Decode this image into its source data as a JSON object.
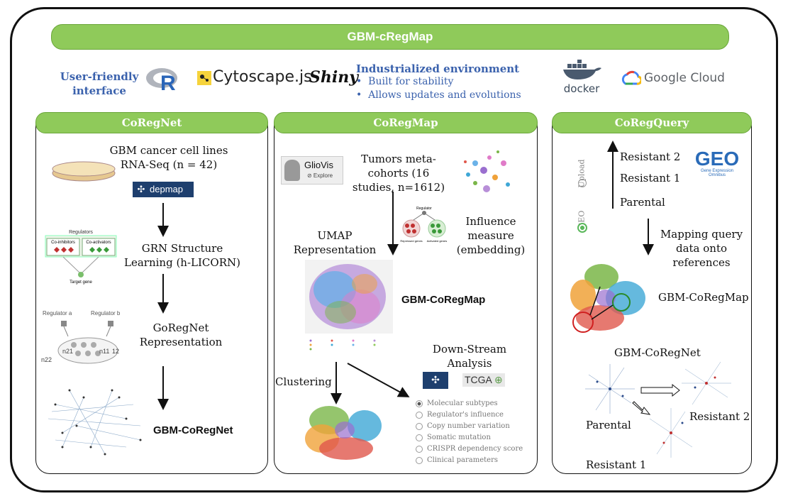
{
  "title": "GBM-cRegMap",
  "header": {
    "user_friendly": "User-friendly interface",
    "user_friendly_line1": "User-friendly",
    "user_friendly_line2": "interface",
    "r_logo": "R",
    "cytoscape": "Cytoscape.js",
    "shiny": "Shiny",
    "industrialized": "Industrialized environment",
    "bullets": [
      "Built for stability",
      "Allows updates and evolutions"
    ],
    "docker": "docker",
    "google_cloud": "Google Cloud"
  },
  "coregnet": {
    "title": "CoRegNet",
    "cell_lines": "GBM cancer cell lines RNA-Seq (n = 42)",
    "cell_lines_l1": "GBM cancer cell lines",
    "cell_lines_l2": "RNA-Seq (n = 42)",
    "depmap": "depmap",
    "grn": "GRN Structure Learning (h-LICORN)",
    "grn_l1": "GRN Structure",
    "grn_l2": "Learning (h-LICORN)",
    "regulators": "Regulators",
    "co_inhibitors": "Co-inhibitors",
    "co_activators": "Co-activators",
    "target_gene": "Target gene",
    "representation_l1": "GoRegNet",
    "representation_l2": "Representation",
    "regulator_a": "Regulator a",
    "regulator_b": "Regulator b",
    "n21": "n21",
    "n11": "n11",
    "n12": "12",
    "n22": "n22",
    "result": "GBM-CoRegNet"
  },
  "coregmap": {
    "title": "CoRegMap",
    "gliovis": "GlioVis",
    "gliovis_sub": "⊘ Explore",
    "tumors_l1": "Tumors meta-",
    "tumors_l2": "cohorts (16",
    "tumors_l3": "studies, n=1612)",
    "regulator": "Regulator",
    "repressed_genes": "Repressed genes",
    "activated_genes": "Activated genes",
    "influence_l1": "Influence",
    "influence_l2": "measure",
    "influence_l3": "(embedding)",
    "umap_l1": "UMAP",
    "umap_l2": "Representation",
    "result": "GBM-CoRegMap",
    "downstream_l1": "Down-Stream",
    "downstream_l2": "Analysis",
    "tcga": "TCGA",
    "clustering": "Clustering",
    "analyses": [
      {
        "label": "Molecular subtypes",
        "selected": true
      },
      {
        "label": "Regulator's influence",
        "selected": false
      },
      {
        "label": "Copy number variation",
        "selected": false
      },
      {
        "label": "Somatic mutation",
        "selected": false
      },
      {
        "label": "CRISPR dependency score",
        "selected": false
      },
      {
        "label": "Clinical parameters",
        "selected": false
      }
    ]
  },
  "coregquery": {
    "title": "CoRegQuery",
    "upload": "Upload",
    "geo": "GEO",
    "resistant2": "Resistant 2",
    "resistant1": "Resistant 1",
    "parental": "Parental",
    "geo_logo": "GEO",
    "geo_logo_sub": "Gene Expression Omnibus",
    "mapping_l1": "Mapping query",
    "mapping_l2": "data onto",
    "mapping_l3": "references",
    "map_result": "GBM-CoRegMap",
    "net_result": "GBM-CoRegNet",
    "net_parental": "Parental",
    "net_resistant2": "Resistant 2",
    "net_resistant1": "Resistant 1"
  },
  "colors": {
    "banner_green": "#8fca5a",
    "header_blue": "#3b62ad",
    "cluster_green": "#7ab648",
    "cluster_orange": "#f0a23a",
    "cluster_blue": "#3fa7d6",
    "cluster_red": "#e0584c",
    "cluster_purple": "#9a6fcf",
    "cluster_pink": "#e07bc8"
  }
}
